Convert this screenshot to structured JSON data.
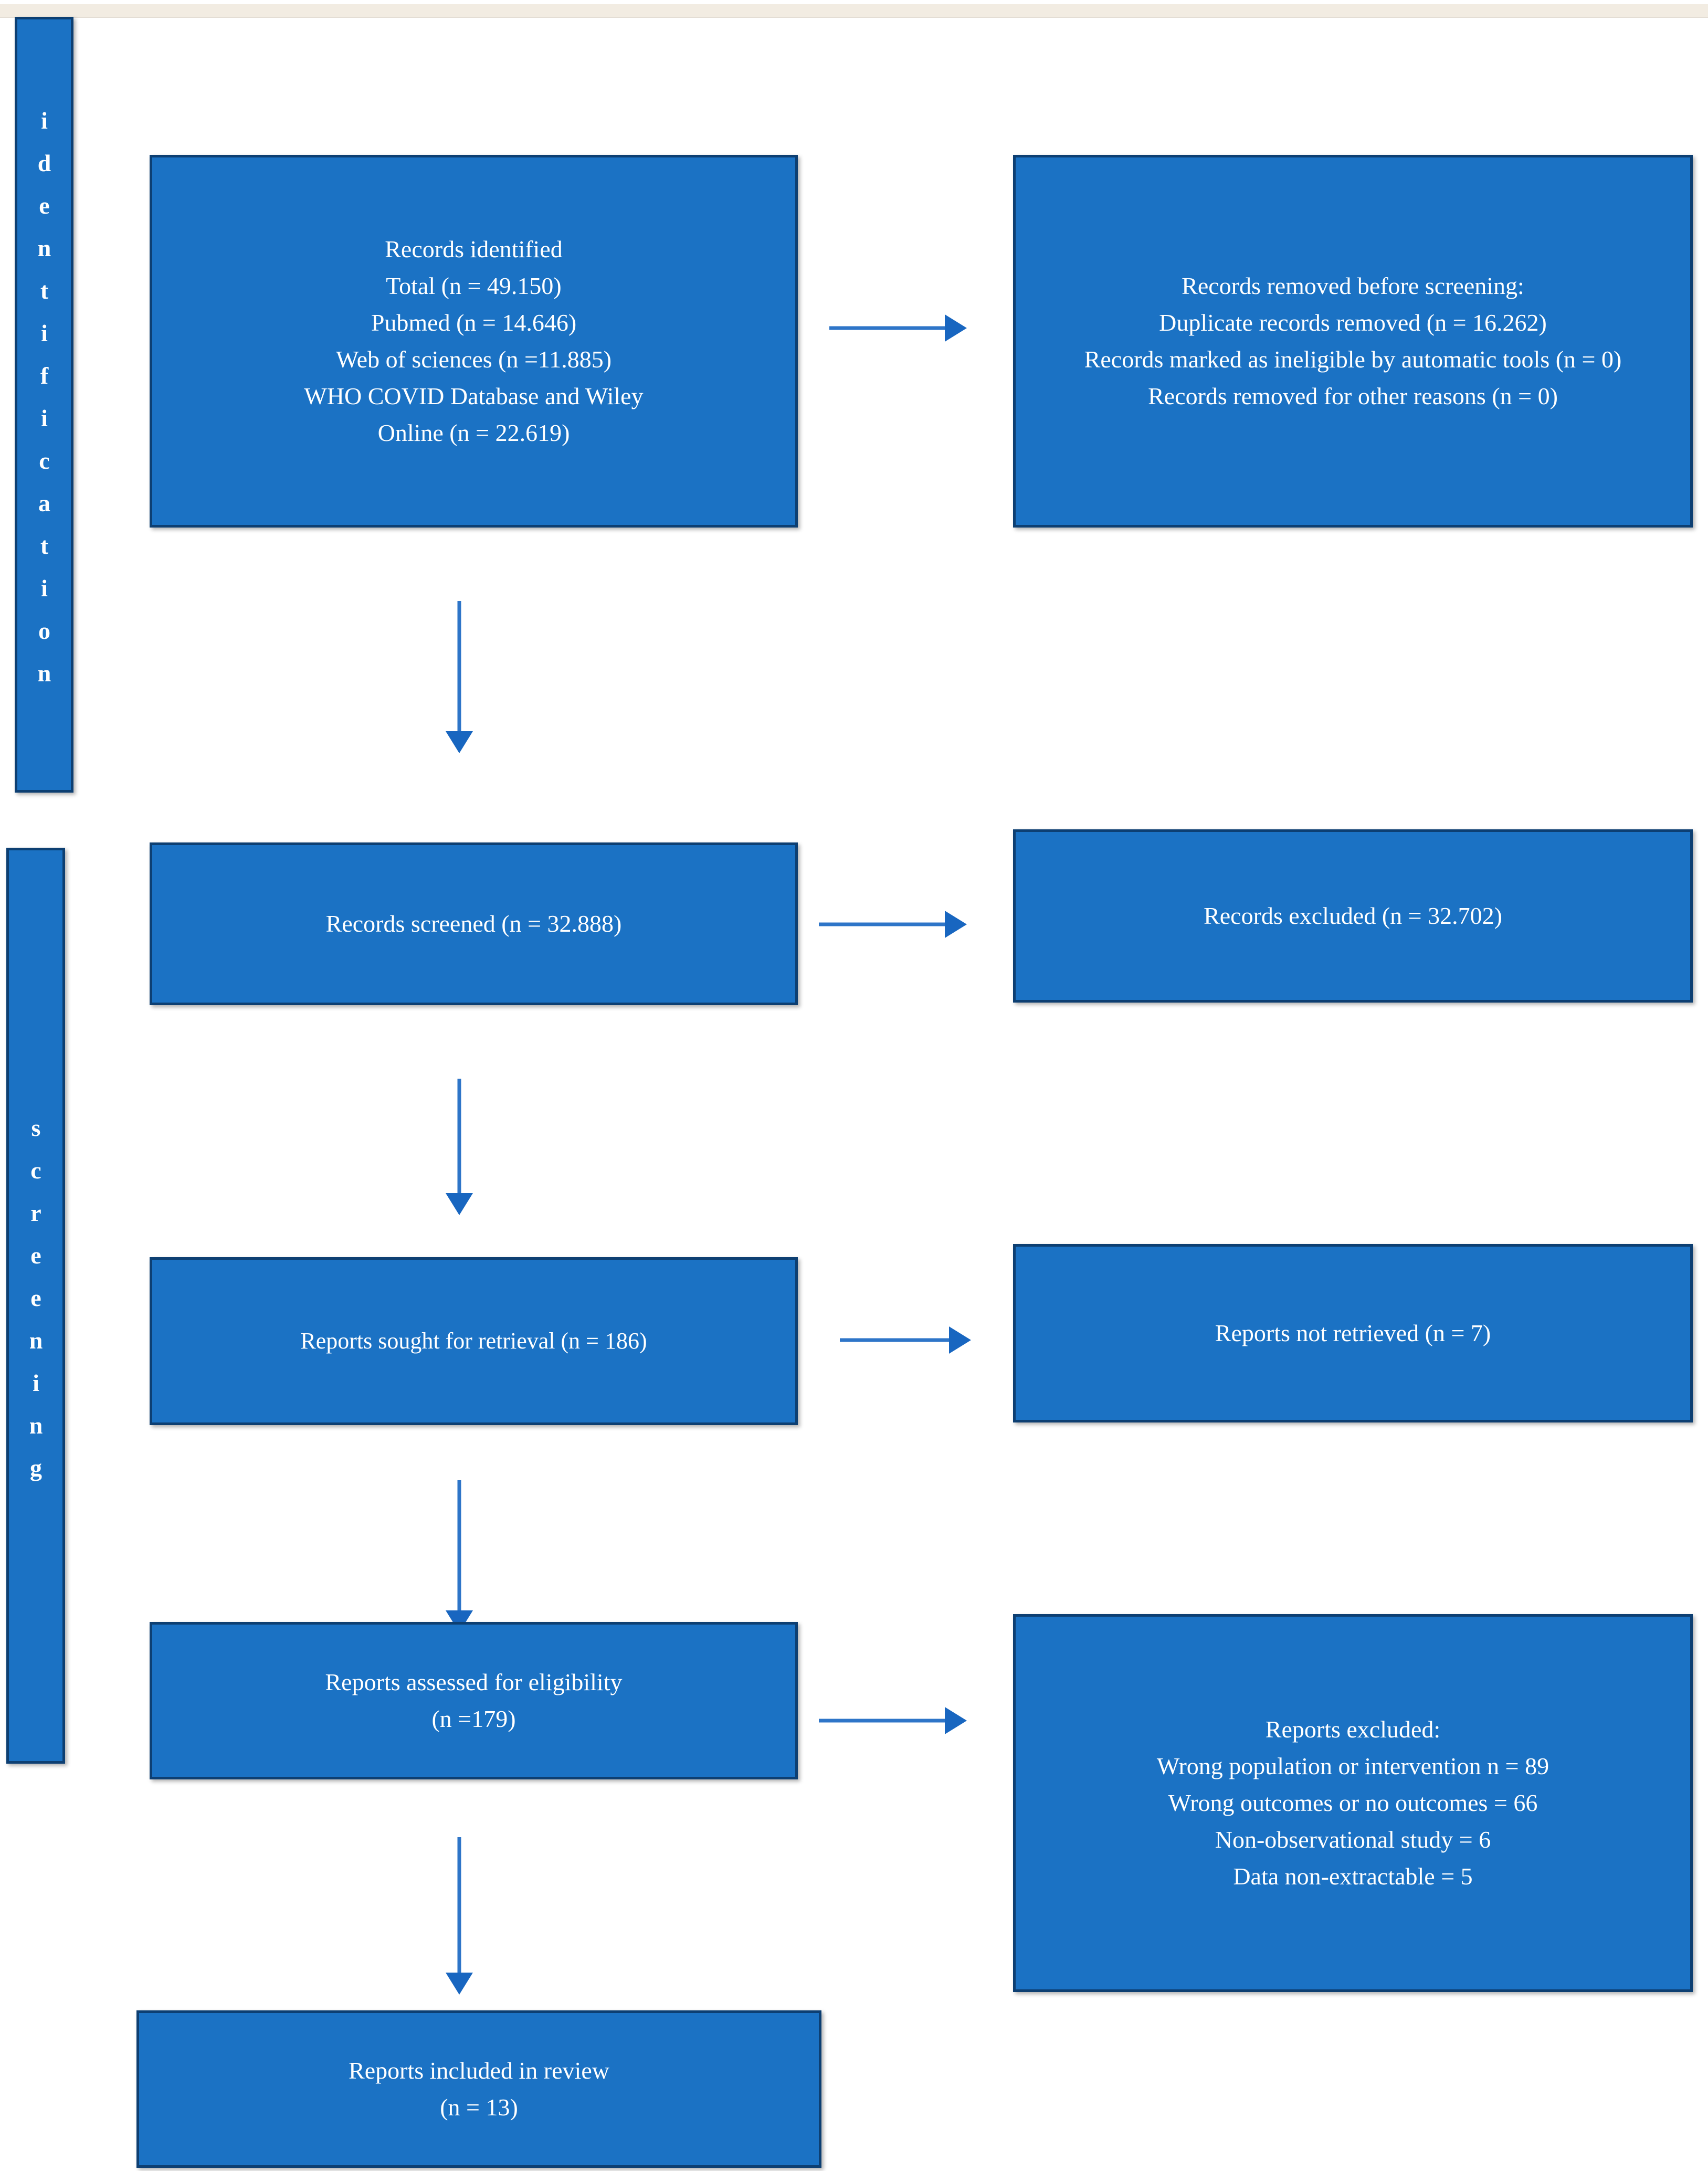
{
  "diagram": {
    "type": "prisma-flow-diagram",
    "title": "PRISMA flow diagram of study selection",
    "colors": {
      "box_fill": "#1b72c4",
      "box_border": "#0d3f72",
      "arrow": "#2e75c8",
      "text": "#ffffff",
      "top_strip": "#f2ece2"
    }
  },
  "stages": [
    {
      "id": "identification",
      "label": "identification"
    },
    {
      "id": "screening",
      "label": "screening"
    }
  ],
  "boxes": {
    "records_identified": {
      "id": "records-identified",
      "lines": [
        "Records identified",
        "Total (n = 49.150)",
        "Pubmed (n = 14.646)",
        "Web of sciences (n =11.885)",
        "WHO COVID Database and   Wiley",
        "Online (n = 22.619)"
      ]
    },
    "records_removed": {
      "id": "records-removed-before-screening",
      "lines": [
        "Records removed before screening:",
        "Duplicate records removed (n = 16.262)",
        "Records marked as ineligible by automatic tools  (n = 0)",
        "Records removed for other reasons (n = 0)"
      ]
    },
    "records_screened": {
      "id": "records-screened",
      "lines": [
        "Records screened (n = 32.888)"
      ]
    },
    "records_excluded": {
      "id": "records-excluded",
      "lines": [
        "Records excluded (n = 32.702)"
      ]
    },
    "reports_sought": {
      "id": "reports-sought-for-retrieval",
      "lines": [
        "Reports sought for retrieval (n = 186)"
      ]
    },
    "reports_not_retrieved": {
      "id": "reports-not-retrieved",
      "lines": [
        "Reports not retrieved (n = 7)"
      ]
    },
    "reports_assessed": {
      "id": "reports-assessed-for-eligibility",
      "lines": [
        "Reports assessed for eligibility",
        "(n =179)"
      ]
    },
    "reports_excluded": {
      "id": "reports-excluded",
      "lines": [
        "Reports excluded:",
        "Wrong population  or intervention n = 89",
        "Wrong outcomes  or no outcomes = 66",
        "Non-observational study = 6",
        "Data non-extractable = 5"
      ]
    },
    "reports_included": {
      "id": "reports-included-in-review",
      "lines": [
        "Reports included in review",
        "(n = 13)"
      ]
    }
  },
  "chart_data": {
    "type": "flow",
    "title": "PRISMA 2020 flow diagram",
    "nodes": [
      {
        "id": "records_identified",
        "stage": "identification",
        "column": "left",
        "n_total": 49150,
        "sources": [
          {
            "name": "Pubmed",
            "n": 14646
          },
          {
            "name": "Web of sciences",
            "n": 11885
          },
          {
            "name": "WHO COVID Database and Wiley Online",
            "n": 22619
          }
        ]
      },
      {
        "id": "records_removed",
        "stage": "identification",
        "column": "right",
        "items": [
          {
            "name": "Duplicate records removed",
            "n": 16262
          },
          {
            "name": "Records marked as ineligible by automatic tools",
            "n": 0
          },
          {
            "name": "Records removed for other reasons",
            "n": 0
          }
        ]
      },
      {
        "id": "records_screened",
        "stage": "screening",
        "column": "left",
        "n": 32888
      },
      {
        "id": "records_excluded",
        "stage": "screening",
        "column": "right",
        "n": 32702
      },
      {
        "id": "reports_sought",
        "stage": "screening",
        "column": "left",
        "n": 186
      },
      {
        "id": "reports_not_retrieved",
        "stage": "screening",
        "column": "right",
        "n": 7
      },
      {
        "id": "reports_assessed",
        "stage": "screening",
        "column": "left",
        "n": 179
      },
      {
        "id": "reports_excluded",
        "stage": "screening",
        "column": "right",
        "items": [
          {
            "name": "Wrong population or intervention",
            "n": 89
          },
          {
            "name": "Wrong outcomes or no outcomes",
            "n": 66
          },
          {
            "name": "Non-observational study",
            "n": 6
          },
          {
            "name": "Data non-extractable",
            "n": 5
          }
        ]
      },
      {
        "id": "reports_included",
        "stage": "included",
        "column": "left",
        "n": 13
      }
    ],
    "edges": [
      {
        "from": "records_identified",
        "to": "records_removed",
        "direction": "right"
      },
      {
        "from": "records_identified",
        "to": "records_screened",
        "direction": "down"
      },
      {
        "from": "records_screened",
        "to": "records_excluded",
        "direction": "right"
      },
      {
        "from": "records_screened",
        "to": "reports_sought",
        "direction": "down"
      },
      {
        "from": "reports_sought",
        "to": "reports_not_retrieved",
        "direction": "right"
      },
      {
        "from": "reports_sought",
        "to": "reports_assessed",
        "direction": "down"
      },
      {
        "from": "reports_assessed",
        "to": "reports_excluded",
        "direction": "right"
      },
      {
        "from": "reports_assessed",
        "to": "reports_included",
        "direction": "down"
      }
    ]
  }
}
